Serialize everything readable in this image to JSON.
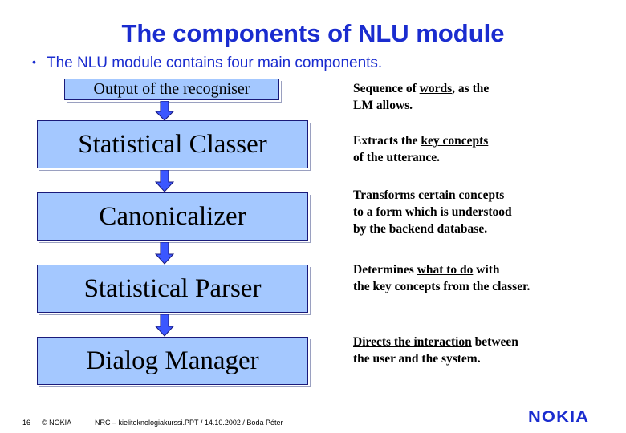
{
  "slide": {
    "title": "The components of NLU module",
    "bullet": "The NLU module contains four main components.",
    "bullet_marker": "•"
  },
  "pipeline": {
    "input": "Output of the recogniser",
    "components": [
      "Statistical Classer",
      "Canonicalizer",
      "Statistical Parser",
      "Dialog Manager"
    ]
  },
  "descriptions": [
    {
      "line1_pre": "Sequence of ",
      "line1_u": "words",
      "line1_post": ", as the",
      "line2": "LM allows."
    },
    {
      "line1_pre": "Extracts the ",
      "line1_u": "key concepts",
      "line1_post": "",
      "line2": "of the utterance."
    },
    {
      "line1_pre": "",
      "line1_u": "Transforms",
      "line1_post": " certain concepts",
      "line2": "to a form which is understood",
      "line3": "by the backend database."
    },
    {
      "line1_pre": "Determines ",
      "line1_u": "what to do",
      "line1_post": " with",
      "line2": "the key concepts from the classer."
    },
    {
      "line1_pre": "",
      "line1_u": "Directs the interaction",
      "line1_post": " between",
      "line2": "the user and the system."
    }
  ],
  "footer": {
    "page_number": "16",
    "copyright": "© NOKIA",
    "source": "NRC – kieliteknologiakurssi.PPT / 14.10.2002 / Boda Péter",
    "logo": "NOKIA"
  },
  "colors": {
    "title": "#1a2ccf",
    "box_fill": "#a4c8ff",
    "arrow_fill": "#3b57ff"
  }
}
